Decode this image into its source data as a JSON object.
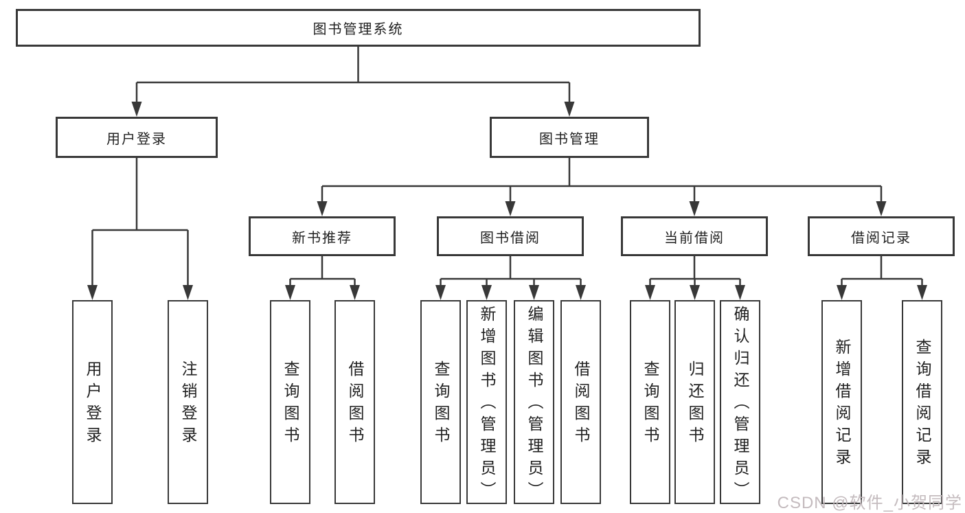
{
  "tree": {
    "root": "图书管理系统",
    "children": [
      {
        "label": "用户登录",
        "children": [
          {
            "label": "用户登录"
          },
          {
            "label": "注销登录"
          }
        ]
      },
      {
        "label": "图书管理",
        "children": [
          {
            "label": "新书推荐",
            "children": [
              {
                "label": "查询图书"
              },
              {
                "label": "借阅图书"
              }
            ]
          },
          {
            "label": "图书借阅",
            "children": [
              {
                "label": "查询图书"
              },
              {
                "label": "新增图书（管理员）"
              },
              {
                "label": "编辑图书（管理员）"
              },
              {
                "label": "借阅图书"
              }
            ]
          },
          {
            "label": "当前借阅",
            "children": [
              {
                "label": "查询图书"
              },
              {
                "label": "归还图书"
              },
              {
                "label": "确认归还（管理员）"
              }
            ]
          },
          {
            "label": "借阅记录",
            "children": [
              {
                "label": "新增借阅记录"
              },
              {
                "label": "查询借阅记录"
              }
            ]
          }
        ]
      }
    ]
  },
  "colors": {
    "line": "#383838",
    "text": "#212121",
    "watermark": "#c1b7ba"
  },
  "watermark": "CSDN @软件_小贺同学"
}
